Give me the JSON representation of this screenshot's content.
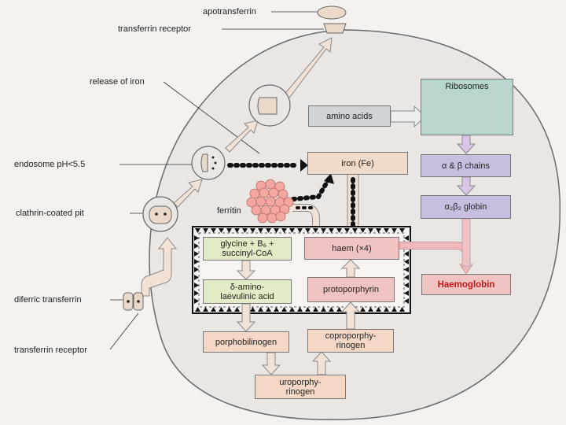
{
  "labels": {
    "apotransferrin": "apotransferrin",
    "transferrin_receptor_top": "transferrin receptor",
    "release_of_iron": "release of iron",
    "endosome": "endosome pH<5.5",
    "clathrin_coated_pit": "clathrin-coated pit",
    "diferric_transferrin": "diferric transferrin",
    "transferrin_receptor_bottom": "transferrin receptor",
    "ferritin": "ferritin"
  },
  "boxes": {
    "amino_acids": "amino acids",
    "ribosomes": "Ribosomes",
    "alpha_beta_chains": "α & β chains",
    "alpha2_beta2_globin": "α₂β₂ globin",
    "iron": "iron (Fe)",
    "haem": "haem (×4)",
    "haemoglobin": "Haemoglobin",
    "glycine_line1": "glycine + B₆ +",
    "glycine_line2": "succinyl-CoA",
    "ala_line1": "δ-amino-",
    "ala_line2": "laevulinic acid",
    "protoporphyrin": "protoporphyrin",
    "porphobilinogen": "porphobilinogen",
    "coproporphyrinogen_line1": "coproporphy-",
    "coproporphyrinogen_line2": "rinogen",
    "uroporphyrinogen_line1": "uroporphy-",
    "uroporphyrinogen_line2": "rinogen"
  },
  "colors": {
    "cell_fill": "#e8e5e3",
    "arrow_fill": "#f2e2d6",
    "haem_link": "#f0b8b8",
    "ferritin": "#f3a7a0"
  }
}
